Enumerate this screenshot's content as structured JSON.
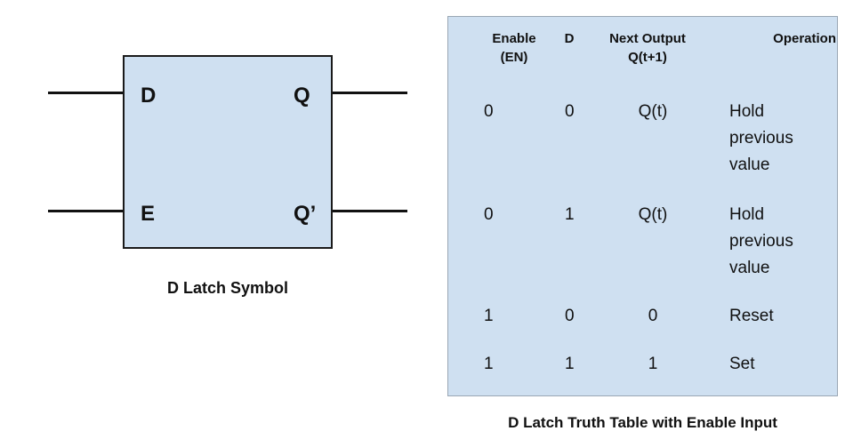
{
  "symbol": {
    "inputs": {
      "d": "D",
      "e": "E"
    },
    "outputs": {
      "q": "Q",
      "q_not": "Q’"
    },
    "caption": "D Latch Symbol"
  },
  "truth_table": {
    "headers": {
      "enable": [
        "Enable",
        "(EN)"
      ],
      "d": [
        "D"
      ],
      "next_output": [
        "Next Output",
        "Q(t+1)"
      ],
      "operation": [
        "Operation"
      ]
    },
    "rows": [
      {
        "en": "0",
        "d": "0",
        "q_next": "Q(t)",
        "operation": [
          "Hold",
          "previous",
          "value"
        ]
      },
      {
        "en": "0",
        "d": "1",
        "q_next": "Q(t)",
        "operation": [
          "Hold",
          "previous",
          "value"
        ]
      },
      {
        "en": "1",
        "d": "0",
        "q_next": "0",
        "operation": [
          "Reset"
        ]
      },
      {
        "en": "1",
        "d": "1",
        "q_next": "1",
        "operation": [
          "Set"
        ]
      }
    ],
    "caption": "D Latch Truth Table with Enable Input"
  }
}
